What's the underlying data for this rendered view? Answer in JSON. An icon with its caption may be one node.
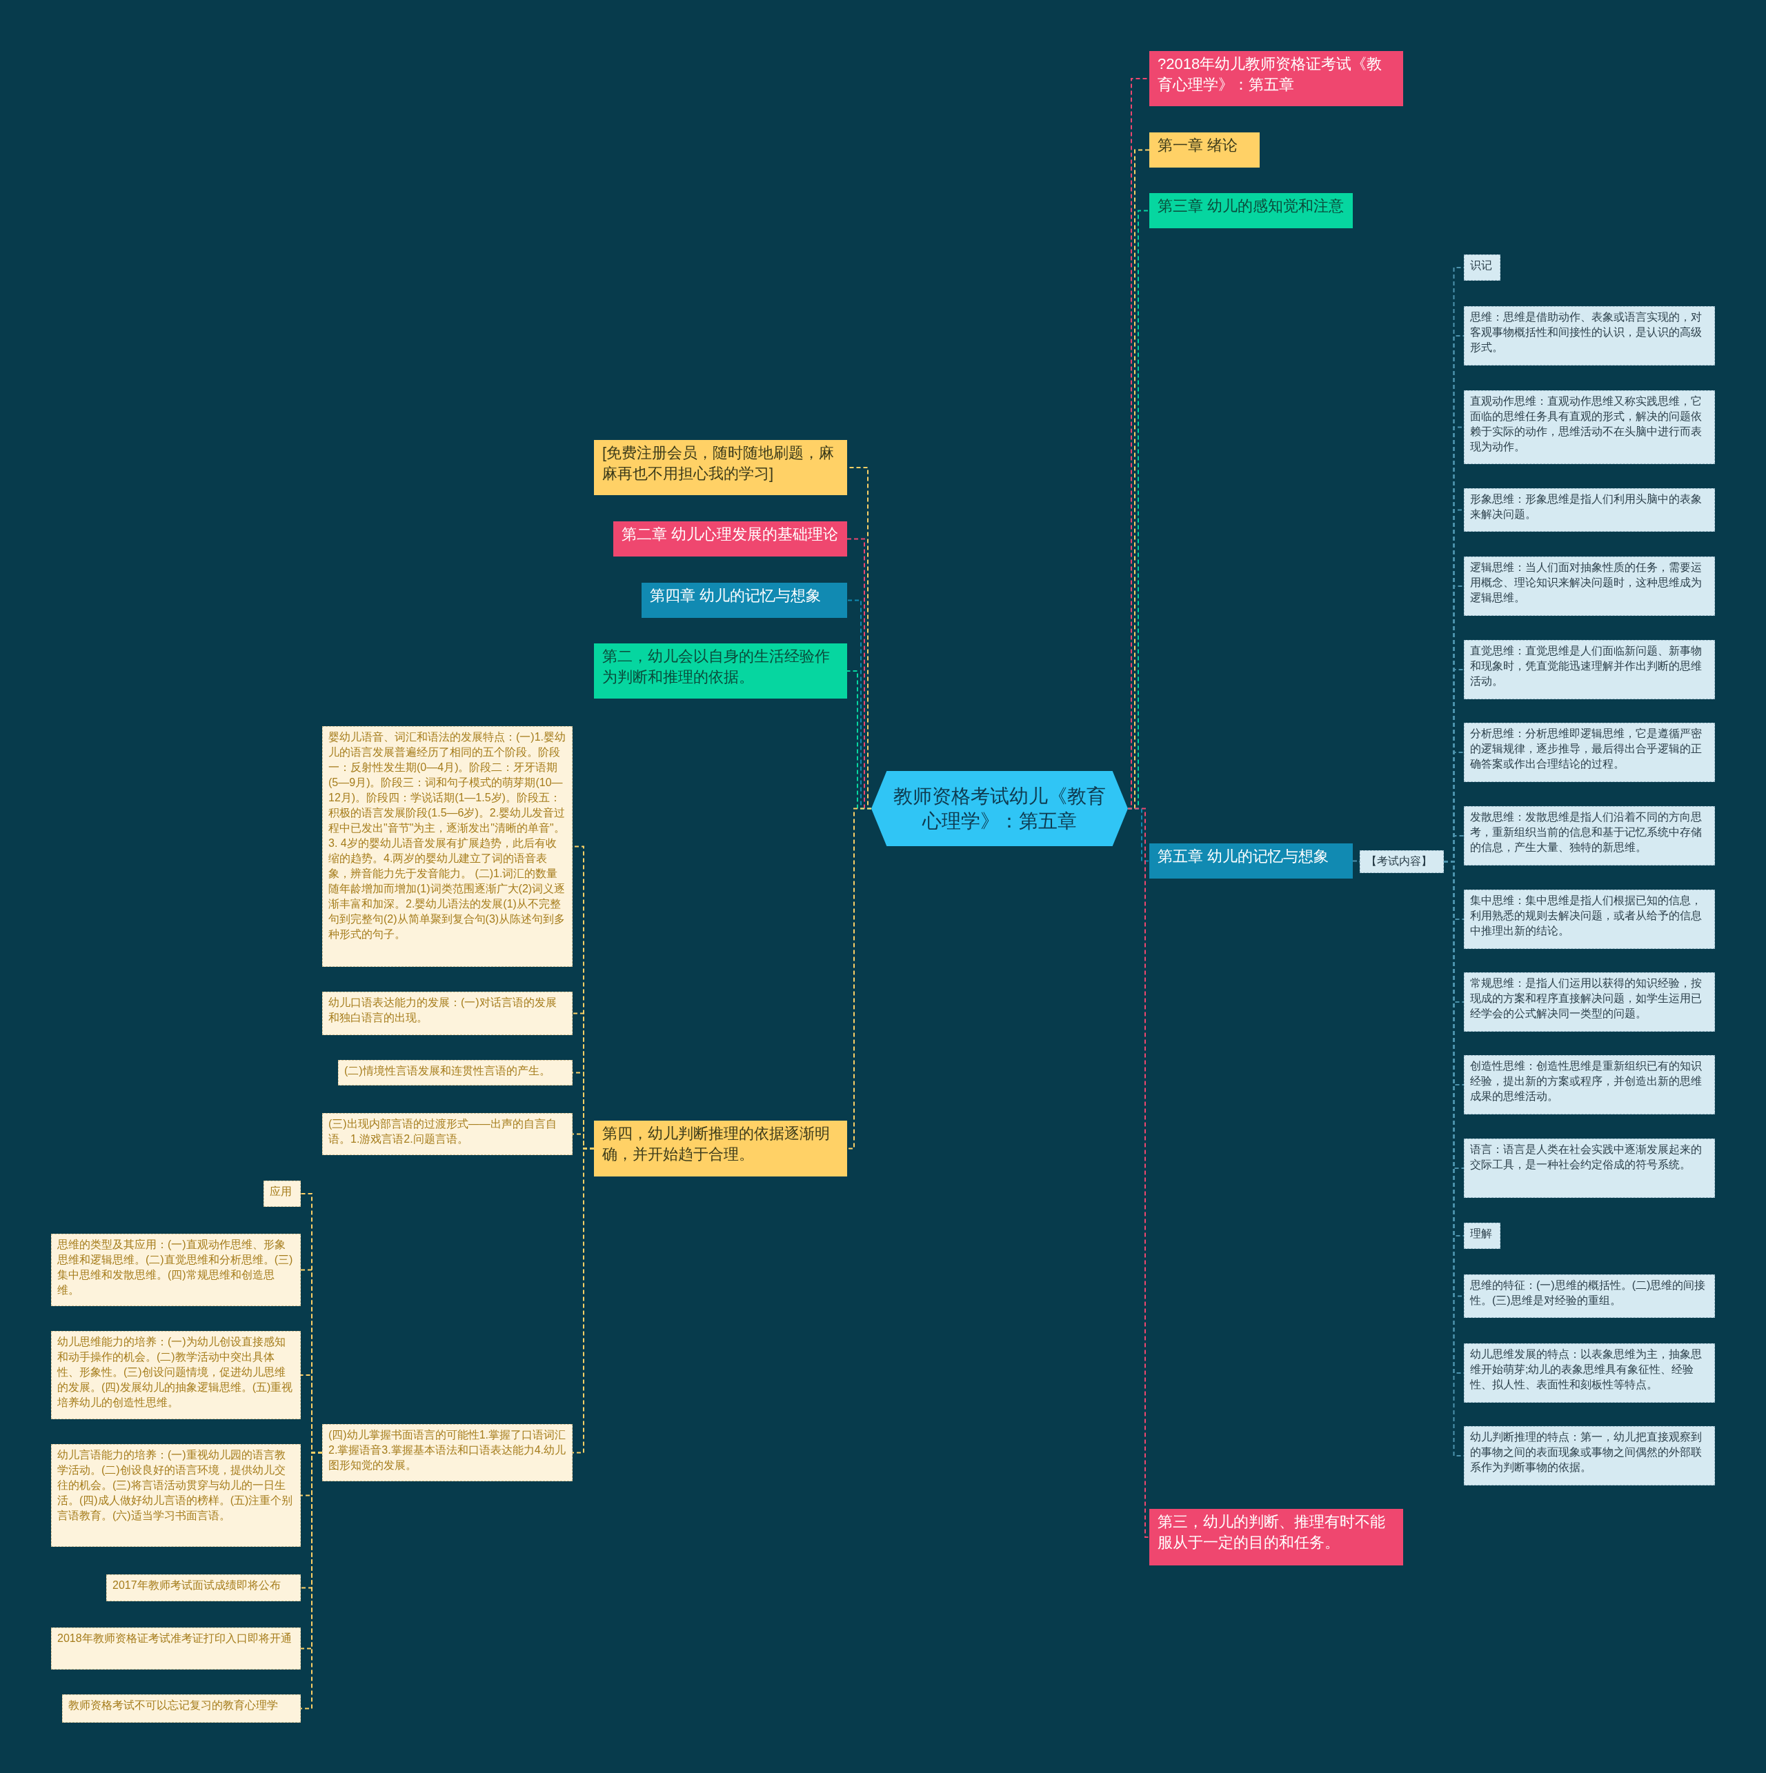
{
  "diagram": {
    "nodes": [
      {
        "text": [
          "教师资格考试幼儿《教育心理学》：第五章"
        ]
      },
      {
        "text": [
          "?2018年幼儿教师资格证考试《教育心理学》：第五章"
        ]
      },
      {
        "text": [
          "第一章 绪论"
        ]
      },
      {
        "text": [
          "第三章 幼儿的感知觉和注意"
        ]
      },
      {
        "text": [
          "第五章 幼儿的记忆与想象"
        ]
      },
      {
        "text": [
          "【考试内容】"
        ]
      },
      {
        "text": [
          "识记"
        ]
      },
      {
        "text": [
          "思维：思维是借助动作、表象或语言实现的，对客观事物概括性和间接性的认识，是认识的高级形式。"
        ]
      },
      {
        "text": [
          "直观动作思维：直观动作思维又称实践思维，它面临的思维任务具有直观的形式，解决的问题依赖于实际的动作，思维活动不在头脑中进行而表现为动作。"
        ]
      },
      {
        "text": [
          "形象思维：形象思维是指人们利用头脑中的表象来解决问题。"
        ]
      },
      {
        "text": [
          "逻辑思维：当人们面对抽象性质的任务，需要运用概念、理论知识来解决问题时，这种思维成为逻辑思维。"
        ]
      },
      {
        "text": [
          "直觉思维：直觉思维是人们面临新问题、新事物和现象时，凭直觉能迅速理解并作出判断的思维活动。"
        ]
      },
      {
        "text": [
          "分析思维：分析思维即逻辑思维，它是遵循严密的逻辑规律，逐步推导，最后得出合乎逻辑的正确答案或作出合理结论的过程。"
        ]
      },
      {
        "text": [
          "发散思维：发散思维是指人们沿着不同的方向思考，重新组织当前的信息和基于记忆系统中存储的信息，产生大量、独特的新思维。"
        ]
      },
      {
        "text": [
          "集中思维：集中思维是指人们根据已知的信息，利用熟悉的规则去解决问题，或者从给予的信息中推理出新的结论。"
        ]
      },
      {
        "text": [
          "常规思维：是指人们运用以获得的知识经验，按现成的方案和程序直接解决问题，如学生运用已经学会的公式解决同一类型的问题。"
        ]
      },
      {
        "text": [
          "创造性思维：创造性思维是重新组织已有的知识经验，提出新的方案或程序，并创造出新的思维成果的思维活动。"
        ]
      },
      {
        "text": [
          "语言：语言是人类在社会实践中逐渐发展起来的交际工具，是一种社会约定俗成的符号系统。"
        ]
      },
      {
        "text": [
          "理解"
        ]
      },
      {
        "text": [
          "思维的特征：(一)思维的概括性。(二)思维的间接性。(三)思维是对经验的重组。"
        ]
      },
      {
        "text": [
          "幼儿思维发展的特点：以表象思维为主，抽象思维开始萌芽;幼儿的表象思维具有象征性、经验性、拟人性、表面性和刻板性等特点。"
        ]
      },
      {
        "text": [
          "幼儿判断推理的特点：第一，幼儿把直接观察到的事物之间的表面现象或事物之间偶然的外部联系作为判断事物的依据。"
        ]
      },
      {
        "text": [
          "第三，幼儿的判断、推理有时不能服从于一定的目的和任务。"
        ]
      },
      {
        "text": [
          "[免费注册会员，随时随地刷题，麻麻再也不用担心我的学习]"
        ]
      },
      {
        "text": [
          "第二章 幼儿心理发展的基础理论"
        ]
      },
      {
        "text": [
          "第四章 幼儿的记忆与想象"
        ]
      },
      {
        "text": [
          "第二，幼儿会以自身的生活经验作为判断和推理的依据。"
        ]
      },
      {
        "text": [
          "第四，幼儿判断推理的依据逐渐明确，并开始趋于合理。"
        ]
      },
      {
        "text": [
          "婴幼儿语音、词汇和语法的发展特点：(一)1.婴幼儿的语言发展普遍经历了相同的五个阶段。阶段一：反射性发生期(0—4月)。阶段二：牙牙语期(5—9月)。阶段三：词和句子模式的萌芽期(10—12月)。阶段四：学说话期(1—1.5岁)。阶段五：积极的语言发展阶段(1.5—6岁)。2.婴幼儿发音过程中已发出\"音节\"为主，逐渐发出\"清晰的单音\"。3. 4岁的婴幼儿语音发展有扩展趋势，此后有收缩的趋势。4.两岁的婴幼儿建立了词的语音表象，辨音能力先于发音能力。 (二)1.词汇的数量随年龄增加而增加(1)词类范围逐渐广大(2)词义逐渐丰富和加深。2.婴幼儿语法的发展(1)从不完整句到完整句(2)从简单聚到复合句(3)从陈述句到多种形式的句子。"
        ]
      },
      {
        "text": [
          "幼儿口语表达能力的发展：(一)对话言语的发展和独白语言的出现。"
        ]
      },
      {
        "text": [
          "(二)情境性言语发展和连贯性言语的产生。"
        ]
      },
      {
        "text": [
          "(三)出现内部言语的过渡形式——出声的自言自语。1.游戏言语2.问题言语。"
        ]
      },
      {
        "text": [
          "(四)幼儿掌握书面语言的可能性1.掌握了口语词汇2.掌握语音3.掌握基本语法和口语表达能力4.幼儿图形知觉的发展。"
        ]
      },
      {
        "text": [
          "应用"
        ]
      },
      {
        "text": [
          "思维的类型及其应用：(一)直观动作思维、形象思维和逻辑思维。(二)直觉思维和分析思维。(三)集中思维和发散思维。(四)常规思维和创造思维。"
        ]
      },
      {
        "text": [
          "幼儿思维能力的培养：(一)为幼儿创设直接感知和动手操作的机会。(二)教学活动中突出具体性、形象性。(三)创设问题情境，促进幼儿思维的发展。(四)发展幼儿的抽象逻辑思维。(五)重视培养幼儿的创造性思维。"
        ]
      },
      {
        "text": [
          "幼儿言语能力的培养：(一)重视幼儿园的语言教学活动。(二)创设良好的语言环境，提供幼儿交往的机会。(三)将言语活动贯穿与幼儿的一日生活。(四)成人做好幼儿言语的榜样。(五)注重个别言语教育。(六)适当学习书面言语。"
        ]
      },
      {
        "text": [
          "2017年教师考试面试成绩即将公布"
        ]
      },
      {
        "text": [
          "2018年教师资格证考试准考证打印入口即将开通"
        ]
      },
      {
        "text": [
          "教师资格考试不可以忘记复习的教育心理学"
        ]
      }
    ],
    "edges": [
      {
        "from": 0,
        "to": 1,
        "arrow": "none",
        "color": "#ef476f"
      },
      {
        "from": 0,
        "to": 2,
        "arrow": "none",
        "color": "#ffd166"
      },
      {
        "from": 0,
        "to": 3,
        "arrow": "none",
        "color": "#06d6a0"
      },
      {
        "from": 0,
        "to": 4,
        "arrow": "none",
        "color": "#118ab2"
      },
      {
        "from": 0,
        "to": 22,
        "arrow": "none",
        "color": "#ef476f"
      },
      {
        "from": 0,
        "to": 23,
        "arrow": "none",
        "color": "#ffd166"
      },
      {
        "from": 0,
        "to": 24,
        "arrow": "none",
        "color": "#ef476f"
      },
      {
        "from": 0,
        "to": 25,
        "arrow": "none",
        "color": "#118ab2"
      },
      {
        "from": 0,
        "to": 26,
        "arrow": "none",
        "color": "#06d6a0"
      },
      {
        "from": 0,
        "to": 27,
        "arrow": "none",
        "color": "#ffd166"
      },
      {
        "from": 4,
        "to": 5,
        "arrow": "none"
      },
      {
        "from": 5,
        "to": 6,
        "arrow": "none"
      },
      {
        "from": 5,
        "to": 7,
        "arrow": "none"
      },
      {
        "from": 5,
        "to": 8,
        "arrow": "none"
      },
      {
        "from": 5,
        "to": 9,
        "arrow": "none"
      },
      {
        "from": 5,
        "to": 10,
        "arrow": "none"
      },
      {
        "from": 5,
        "to": 11,
        "arrow": "none"
      },
      {
        "from": 5,
        "to": 12,
        "arrow": "none"
      },
      {
        "from": 5,
        "to": 13,
        "arrow": "none"
      },
      {
        "from": 5,
        "to": 14,
        "arrow": "none"
      },
      {
        "from": 5,
        "to": 15,
        "arrow": "none"
      },
      {
        "from": 5,
        "to": 16,
        "arrow": "none"
      },
      {
        "from": 5,
        "to": 17,
        "arrow": "none"
      },
      {
        "from": 5,
        "to": 18,
        "arrow": "none"
      },
      {
        "from": 5,
        "to": 19,
        "arrow": "none"
      },
      {
        "from": 5,
        "to": 20,
        "arrow": "none"
      },
      {
        "from": 5,
        "to": 21,
        "arrow": "none"
      },
      {
        "from": 27,
        "to": 28,
        "arrow": "none",
        "color": "#ffd166"
      },
      {
        "from": 27,
        "to": 29,
        "arrow": "none",
        "color": "#ffd166"
      },
      {
        "from": 27,
        "to": 30,
        "arrow": "none",
        "color": "#ffd166"
      },
      {
        "from": 27,
        "to": 31,
        "arrow": "none",
        "color": "#ffd166"
      },
      {
        "from": 27,
        "to": 32,
        "arrow": "none",
        "color": "#ffd166"
      },
      {
        "from": 32,
        "to": 33,
        "arrow": "none",
        "color": "#ffd166"
      },
      {
        "from": 32,
        "to": 34,
        "arrow": "none",
        "color": "#ffd166"
      },
      {
        "from": 32,
        "to": 35,
        "arrow": "none",
        "color": "#ffd166"
      },
      {
        "from": 32,
        "to": 36,
        "arrow": "none",
        "color": "#ffd166"
      },
      {
        "from": 32,
        "to": 37,
        "arrow": "none",
        "color": "#ffd166"
      },
      {
        "from": 32,
        "to": 38,
        "arrow": "none",
        "color": "#ffd166"
      },
      {
        "from": 32,
        "to": 39,
        "arrow": "none",
        "color": "#ffd166"
      }
    ]
  }
}
